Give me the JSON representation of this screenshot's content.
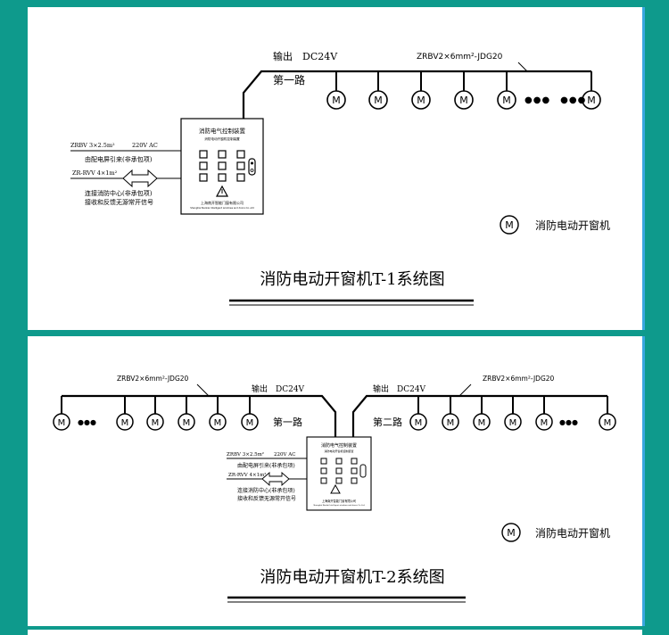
{
  "accent_colors": {
    "background": "#0e9a8c",
    "panel": "#ffffff",
    "panel_edge": "#3aa7e0",
    "line": "#000000"
  },
  "diagram_1": {
    "title": "消防电动开窗机T-1系统图",
    "output_label": "输出　DC24V",
    "cable_label": "ZRBV2×6mm²-JDG20",
    "circuit_label": "第一路",
    "motor_symbol": "M",
    "ellipsis": "●●●　●●●",
    "panel": {
      "title": "消防电气控制装置",
      "subtitle": "消防电动开窗机控制装置",
      "maker_cn": "上海南开智能门窗有限公司",
      "maker_en": "Shanghai Nankai Intelligent windows and doors Co.,Ltd"
    },
    "wire_power_left": "ZRBV 3×2.5m²",
    "wire_power_right": "220V AC",
    "power_note": "由配电屏引来(非承包项)",
    "wire_signal": "ZR-RVV 4×1m²",
    "signal_note_1": "连接消防中心(非承包项)",
    "signal_note_2": "接收和反馈无源常开信号",
    "legend_label": "消防电动开窗机"
  },
  "diagram_2": {
    "title": "消防电动开窗机T-2系统图",
    "output_label_left": "输出　DC24V",
    "output_label_right": "输出　DC24V",
    "cable_label_left": "ZRBV2×6mm²-JDG20",
    "cable_label_right": "ZRBV2×6mm²-JDG20",
    "circuit_label_left": "第一路",
    "circuit_label_right": "第二路",
    "motor_symbol": "M",
    "ellipsis": "●●●",
    "panel": {
      "title": "消防电气控制装置",
      "subtitle": "消防电动开窗机控制装置",
      "maker_cn": "上海南开智能门窗有限公司",
      "maker_en": "Shanghai Nankai Intelligent windows and doors Co.,Ltd"
    },
    "wire_power_left": "ZRBV 3×2.5m²",
    "wire_power_right": "220V AC",
    "power_note": "由配电屏引来(非承包项)",
    "wire_signal": "ZR-RVV 4×1m²",
    "signal_note_1": "连接消防中心(非承包项)",
    "signal_note_2": "接收和反馈无源常开信号",
    "legend_label": "消防电动开窗机"
  }
}
